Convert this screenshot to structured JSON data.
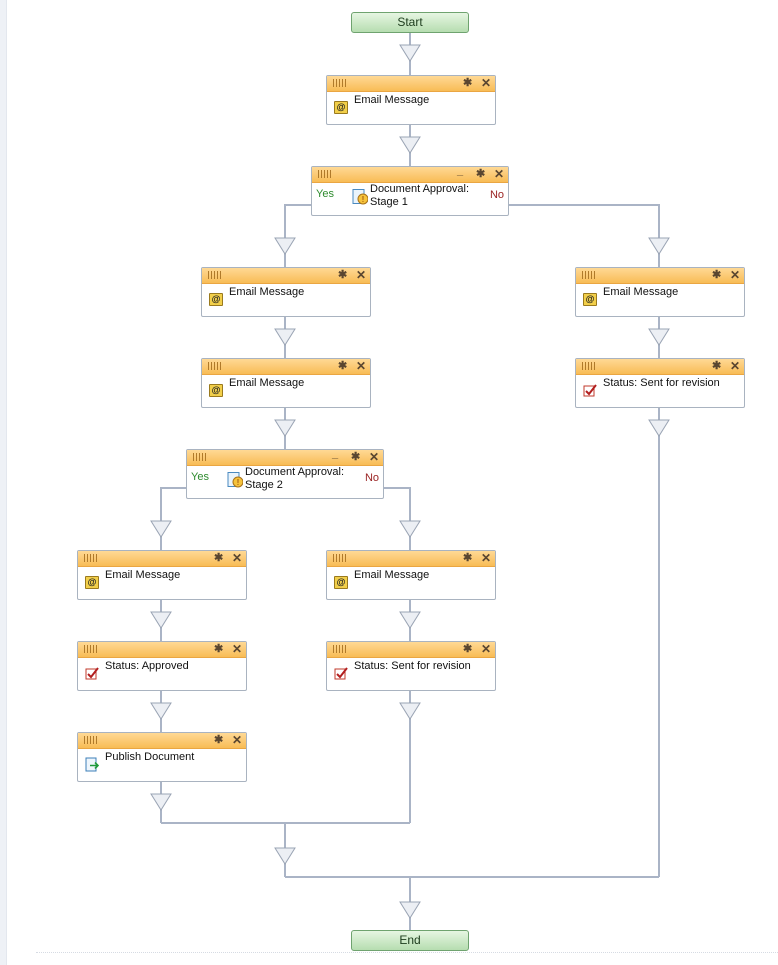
{
  "start_label": "Start",
  "end_label": "End",
  "email": "Email Message",
  "approval1": {
    "label": "Document Approval: Stage 1",
    "yes": "Yes",
    "no": "No"
  },
  "approval2": {
    "label": "Document Approval: Stage 2",
    "yes": "Yes",
    "no": "No"
  },
  "status_revision": "Status: Sent for revision",
  "status_approved": "Status: Approved",
  "publish": "Publish Document",
  "icons": {
    "grip": "grip-icon",
    "minimize": "minimize-icon",
    "gear": "gear-icon",
    "close": "close-icon",
    "email": "email-icon",
    "approval": "approval-icon",
    "status": "status-check-icon",
    "publish": "publish-icon"
  },
  "colors": {
    "header": "#f8bc56",
    "terminal": "#b6ddb0",
    "connector": "#aab4c6",
    "yes": "#2e8b2e",
    "no": "#9a2323"
  }
}
